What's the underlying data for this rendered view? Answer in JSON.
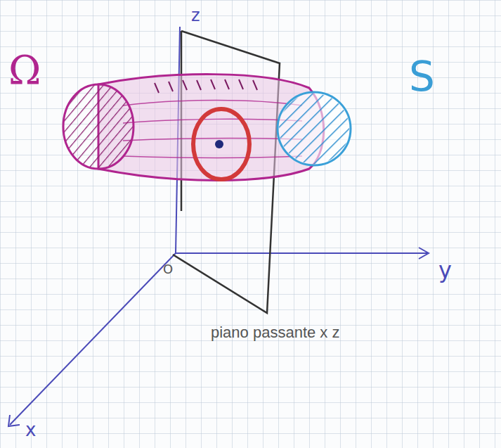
{
  "diagram": {
    "labels": [
      "Ω",
      "S",
      "z",
      "y",
      "O",
      "x",
      "piano passante x z"
    ]
  }
}
